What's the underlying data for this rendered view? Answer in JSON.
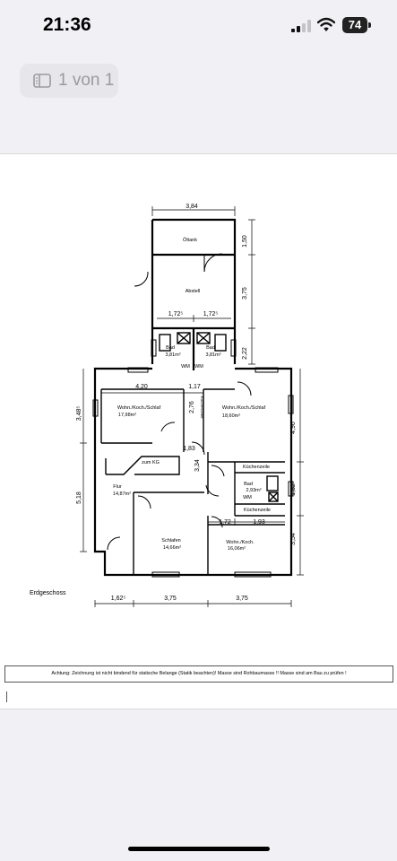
{
  "status_bar": {
    "time": "21:36",
    "battery": "74"
  },
  "viewer": {
    "page_indicator": "1 von 1"
  },
  "plan": {
    "title": "Erdgeschoss",
    "notice": "Achtung: Zeichnung ist nicht bindend für statische Belange (Statik beachten)!  Masse sind Rohbaumasse !! Masse sind am Bau zu prüfen !",
    "rooms": {
      "oeltank": "Öltank",
      "abstell": "Abstell",
      "bad_left_name": "Bad",
      "bad_left_area": "3,81m²",
      "bad_right_name": "Bad",
      "bad_right_area": "3,81m²",
      "wm_left": "WM",
      "wm_right": "WM",
      "wohn_left_name": "Wohn./Koch./Schlaf",
      "wohn_left_area": "17,98m²",
      "kuechenzeile_vertical": "Küchenzeile",
      "wohn_right_name": "Wohn./Koch./Schlaf",
      "wohn_right_area": "18,60m²",
      "zum_kg": "zum KG",
      "flur_name": "Flur",
      "flur_area": "14,87m²",
      "kuechenzeile_top": "Küchenzeile",
      "bad_small_name": "Bad",
      "bad_small_area": "2,93m²",
      "wm_small": "WM",
      "kuechenzeile_bottom": "Küchenzeile",
      "schlafen_name": "Schlafen",
      "schlafen_area": "14,66m²",
      "wohn_koch_name": "Wohn./Koch.",
      "wohn_koch_area": "16,06m²"
    },
    "dimensions": {
      "top_width": "3,84",
      "right_150": "1,50",
      "right_375": "3,75",
      "half_left": "1,72⁵",
      "half_right": "1,72⁵",
      "right_222": "2,22",
      "d420": "4,20",
      "d117": "1,17",
      "d276": "2,76",
      "left_348": "3,48⁵",
      "right_496": "4,96",
      "d183": "1,83",
      "d334": "3,34",
      "left_518": "5,18",
      "right_152": "1,52",
      "d172": "1,72",
      "d193": "1,93",
      "right_354": "3,54",
      "bottom_1625": "1,62⁵",
      "bottom_375a": "3,75",
      "bottom_375b": "3,75"
    }
  }
}
